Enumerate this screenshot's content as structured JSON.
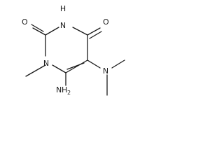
{
  "molecule": {
    "atoms": {
      "o_left": "O",
      "n_h": "H",
      "n_h_n": "N",
      "o_right": "O",
      "n1": "N",
      "n_dimethyl": "N",
      "nh2_n": "N",
      "nh2_h": "H",
      "nh2_sub": "2"
    }
  }
}
